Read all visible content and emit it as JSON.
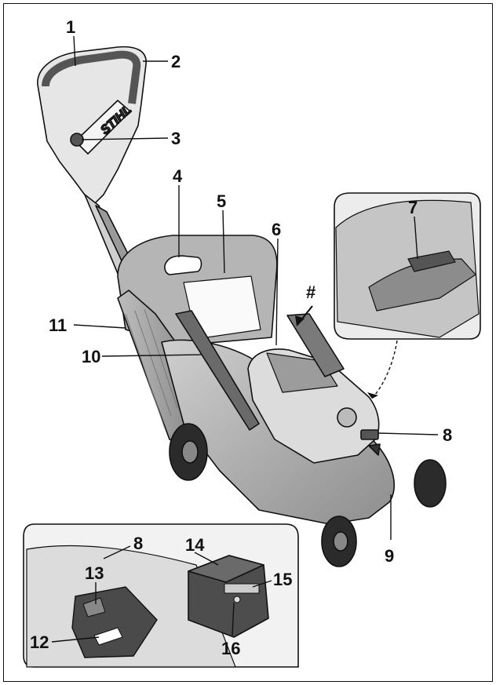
{
  "brand_text": "STIHL",
  "callouts": [
    {
      "id": "1",
      "label": "1"
    },
    {
      "id": "2",
      "label": "2"
    },
    {
      "id": "3",
      "label": "3"
    },
    {
      "id": "4",
      "label": "4"
    },
    {
      "id": "5",
      "label": "5"
    },
    {
      "id": "6",
      "label": "6"
    },
    {
      "id": "7",
      "label": "7"
    },
    {
      "id": "8",
      "label": "8"
    },
    {
      "id": "9",
      "label": "9"
    },
    {
      "id": "10",
      "label": "10"
    },
    {
      "id": "11",
      "label": "11"
    },
    {
      "id": "12",
      "label": "12"
    },
    {
      "id": "13",
      "label": "13"
    },
    {
      "id": "14",
      "label": "14"
    },
    {
      "id": "15",
      "label": "15"
    },
    {
      "id": "16",
      "label": "16"
    },
    {
      "id": "hash",
      "label": "#"
    },
    {
      "id": "8b",
      "label": "8"
    }
  ],
  "colors": {
    "line": "#111111",
    "body_light": "#d9d9d9",
    "body_mid": "#a8a8a8",
    "body_dark": "#6d6d6d",
    "wheel": "#2b2b2b"
  }
}
